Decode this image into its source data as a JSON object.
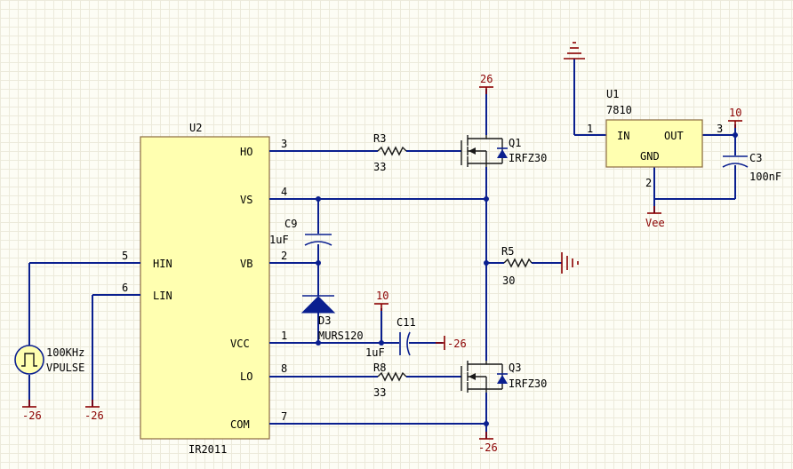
{
  "u2": {
    "designator": "U2",
    "part": "IR2011",
    "pins": {
      "ho": {
        "name": "HO",
        "num": "3"
      },
      "vs": {
        "name": "VS",
        "num": "4"
      },
      "vb": {
        "name": "VB",
        "num": "2"
      },
      "hin": {
        "name": "HIN",
        "num": "5"
      },
      "lin": {
        "name": "LIN",
        "num": "6"
      },
      "vcc": {
        "name": "VCC",
        "num": "1"
      },
      "lo": {
        "name": "LO",
        "num": "8"
      },
      "com": {
        "name": "COM",
        "num": "7"
      }
    }
  },
  "u1": {
    "designator": "U1",
    "part": "7810",
    "pins": {
      "in": {
        "name": "IN",
        "num": "1"
      },
      "out": {
        "name": "OUT",
        "num": "3"
      },
      "gnd": {
        "name": "GND",
        "num": "2"
      }
    }
  },
  "r3": {
    "designator": "R3",
    "value": "33"
  },
  "r8": {
    "designator": "R8",
    "value": "33"
  },
  "r5": {
    "designator": "R5",
    "value": "30"
  },
  "c9": {
    "designator": "C9",
    "value": "1uF"
  },
  "c11": {
    "designator": "C11",
    "value": "1uF"
  },
  "c3": {
    "designator": "C3",
    "value": "100nF"
  },
  "d3": {
    "designator": "D3",
    "part": "MURS120"
  },
  "q1": {
    "designator": "Q1",
    "part": "IRFZ30"
  },
  "q3": {
    "designator": "Q3",
    "part": "IRFZ30"
  },
  "source": {
    "freq": "100KHz",
    "part": "VPULSE"
  },
  "power": {
    "q1_top": "26",
    "q3_bottom": "-26",
    "c11_vcc": "10",
    "c11_neg": "-26",
    "source_neg": "-26",
    "lin_neg": "-26",
    "u1_out": "10",
    "u1_gnd": "Vee"
  },
  "colors": {
    "wire": "#0a1f8f",
    "power_port": "#8b0000",
    "component": "#1a1a1a",
    "chip_fill": "#ffffb0",
    "sheet_background": "#fdfdf5"
  }
}
